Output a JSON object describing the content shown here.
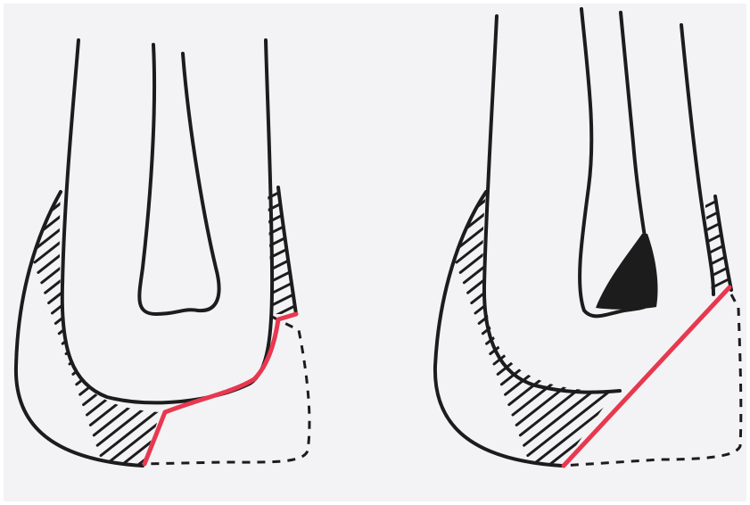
{
  "colors": {
    "paper": "#f3f3f5",
    "ink": "#1c1c1c",
    "cut_line": "#e8384f",
    "dashed": "#1c1c1c"
  },
  "figures": [
    {
      "id": "left",
      "cut_style": "stepped"
    },
    {
      "id": "right",
      "cut_style": "oblique"
    }
  ]
}
